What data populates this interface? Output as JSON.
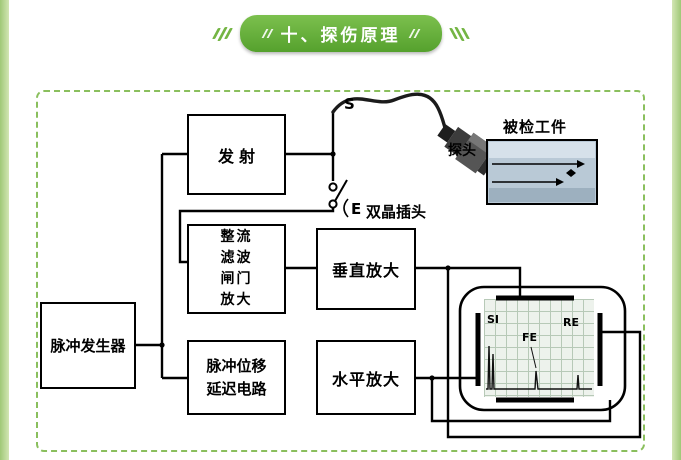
{
  "banner": {
    "title": "十、探伤原理"
  },
  "colors": {
    "accent_green": "#55a12d",
    "stripe_green": "#9fc877",
    "frame_dashed_green": "#8abf5d",
    "workpiece_fill": "#b9c9d6"
  },
  "diagram": {
    "blocks": {
      "transmitter": {
        "label": "发射"
      },
      "rectifier": {
        "lines": [
          "整流",
          "滤波",
          "闸门",
          "放大"
        ]
      },
      "vertical_amp": {
        "label": "垂直放大"
      },
      "pulse_generator": {
        "label": "脉冲发生器"
      },
      "delay_circuit": {
        "lines": [
          "脉冲位移",
          "延迟电路"
        ]
      },
      "horizontal_amp": {
        "label": "水平放大"
      }
    },
    "labels": {
      "switch_send": "S",
      "switch_receive": "E",
      "dual_crystal_plug": "双晶插头",
      "probe": "探头",
      "workpiece": "被检工件",
      "crt_initial_pulse": "SI",
      "crt_flaw_echo": "FE",
      "crt_rear_echo": "RE"
    }
  }
}
